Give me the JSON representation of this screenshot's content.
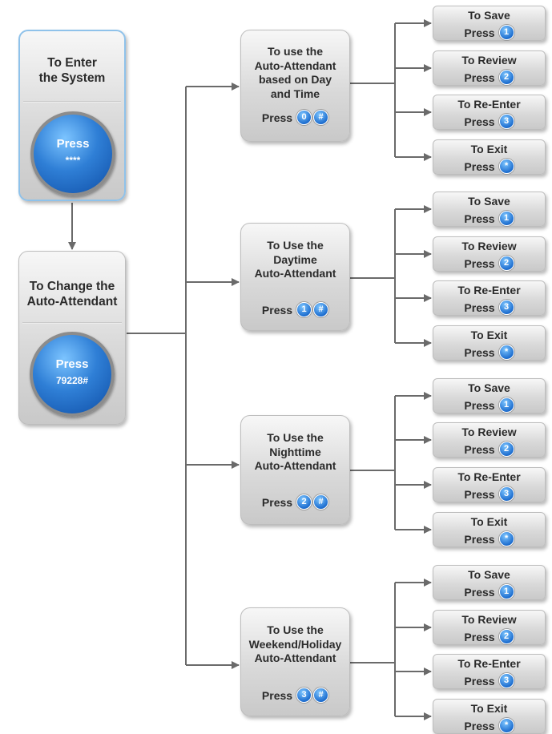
{
  "entry": {
    "title_line1": "To Enter",
    "title_line2": "the System",
    "button_line1": "Press",
    "button_line2": "****"
  },
  "change": {
    "title_line1": "To Change the",
    "title_line2": "Auto-Attendant",
    "button_line1": "Press",
    "button_line2": "79228#"
  },
  "options": [
    {
      "title_lines": [
        "To use the",
        "Auto-Attendant",
        "based on Day",
        "and Time"
      ],
      "press_label": "Press",
      "keys": [
        "0",
        "#"
      ]
    },
    {
      "title_lines": [
        "To Use the",
        "Daytime",
        "Auto-Attendant"
      ],
      "press_label": "Press",
      "keys": [
        "1",
        "#"
      ]
    },
    {
      "title_lines": [
        "To Use the",
        "Nighttime",
        "Auto-Attendant"
      ],
      "press_label": "Press",
      "keys": [
        "2",
        "#"
      ]
    },
    {
      "title_lines": [
        "To Use the",
        "Weekend/Holiday",
        "Auto-Attendant"
      ],
      "press_label": "Press",
      "keys": [
        "3",
        "#"
      ]
    }
  ],
  "actions": [
    {
      "title": "To Save",
      "press_label": "Press",
      "key": "1"
    },
    {
      "title": "To Review",
      "press_label": "Press",
      "key": "2"
    },
    {
      "title": "To Re-Enter",
      "press_label": "Press",
      "key": "3"
    },
    {
      "title": "To Exit",
      "press_label": "Press",
      "key": "*"
    }
  ],
  "colors": {
    "connector": "#6a6a6a",
    "key_blue": "#1f6fd0",
    "entry_border": "#8fc2ea"
  }
}
